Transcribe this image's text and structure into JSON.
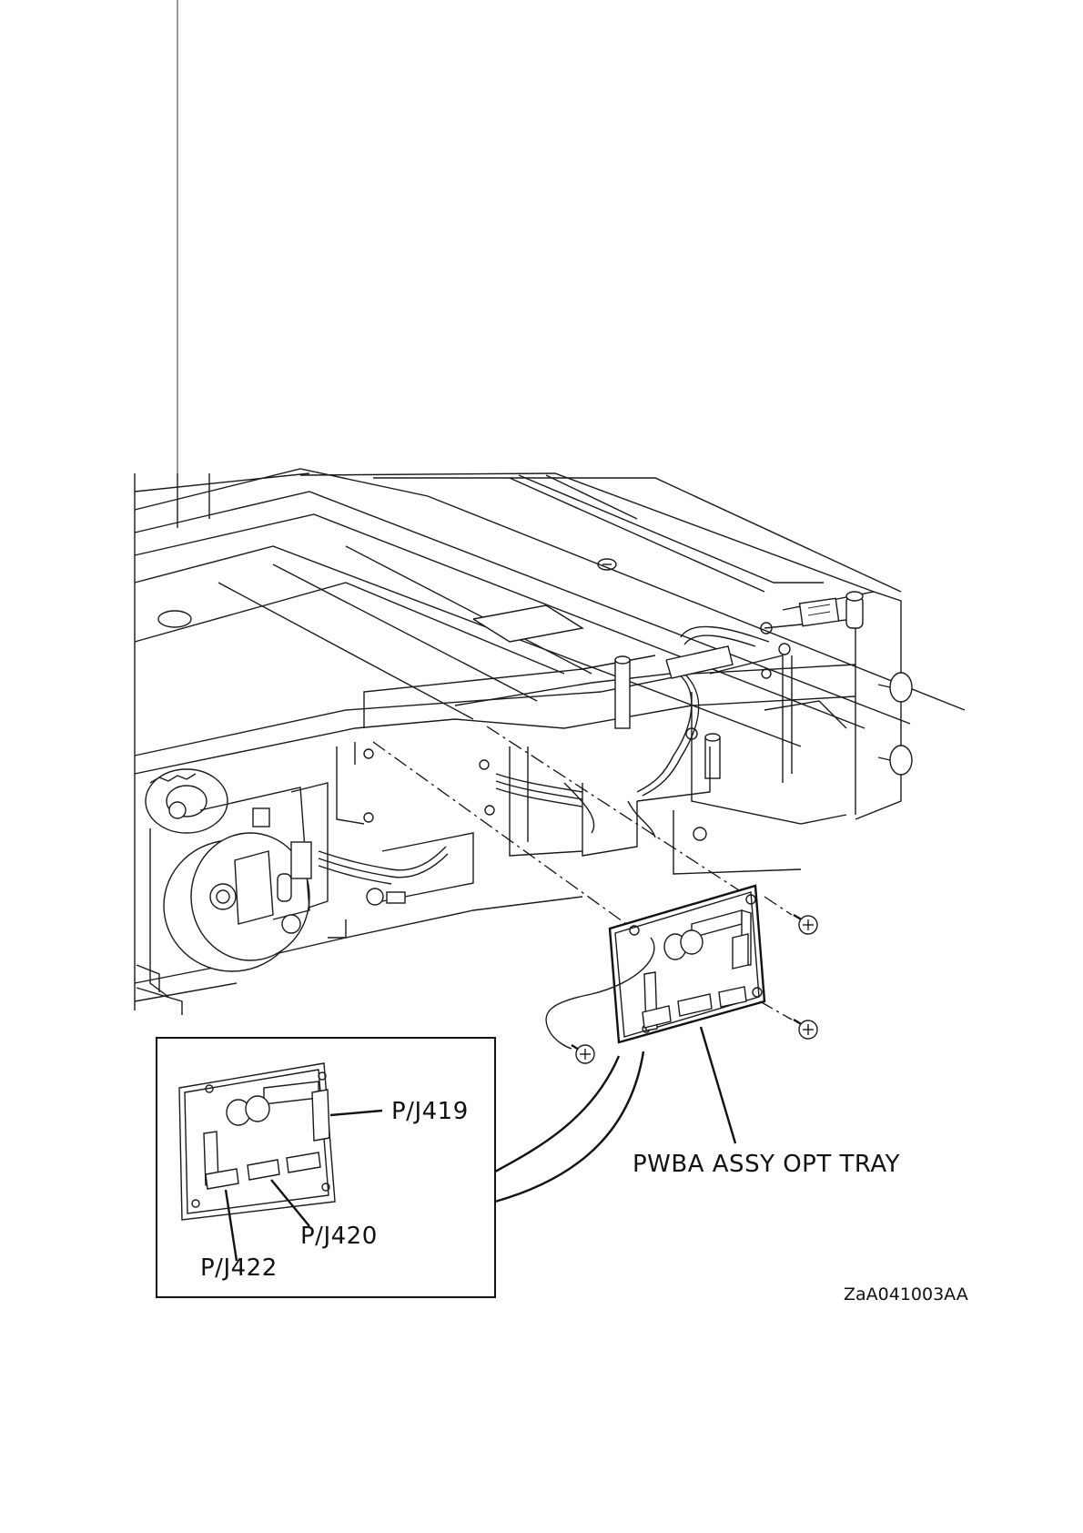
{
  "figure_id": "ZaA041003AA",
  "callouts": {
    "pwba": "PWBA ASSY OPT TRAY",
    "pj419": "P/J419",
    "pj420": "P/J420",
    "pj422": "P/J422"
  }
}
